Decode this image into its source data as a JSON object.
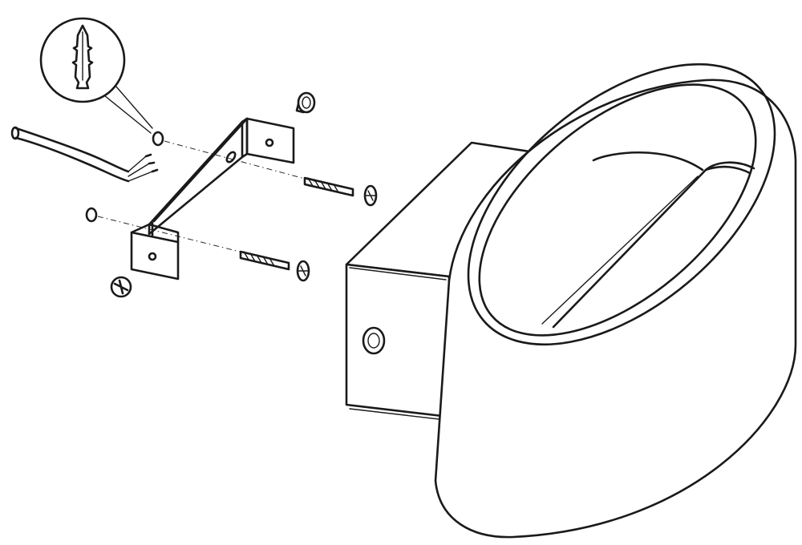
{
  "diagram": {
    "kind": "exploded-assembly",
    "parts": [
      {
        "name": "wall-plug",
        "icon": "wall-plug-icon"
      },
      {
        "name": "power-cable",
        "icon": "cable-icon"
      },
      {
        "name": "mounting-bracket",
        "icon": "bracket-icon"
      },
      {
        "name": "long-screw",
        "icon": "screw-icon",
        "count": 2
      },
      {
        "name": "small-screw",
        "icon": "screw-icon",
        "count": 2
      },
      {
        "name": "drill-hole",
        "icon": "hole-icon",
        "count": 2
      },
      {
        "name": "wall-lamp",
        "icon": "wall-lamp-icon"
      }
    ],
    "colors": {
      "line": "#1a1a1a",
      "background": "#ffffff"
    }
  }
}
